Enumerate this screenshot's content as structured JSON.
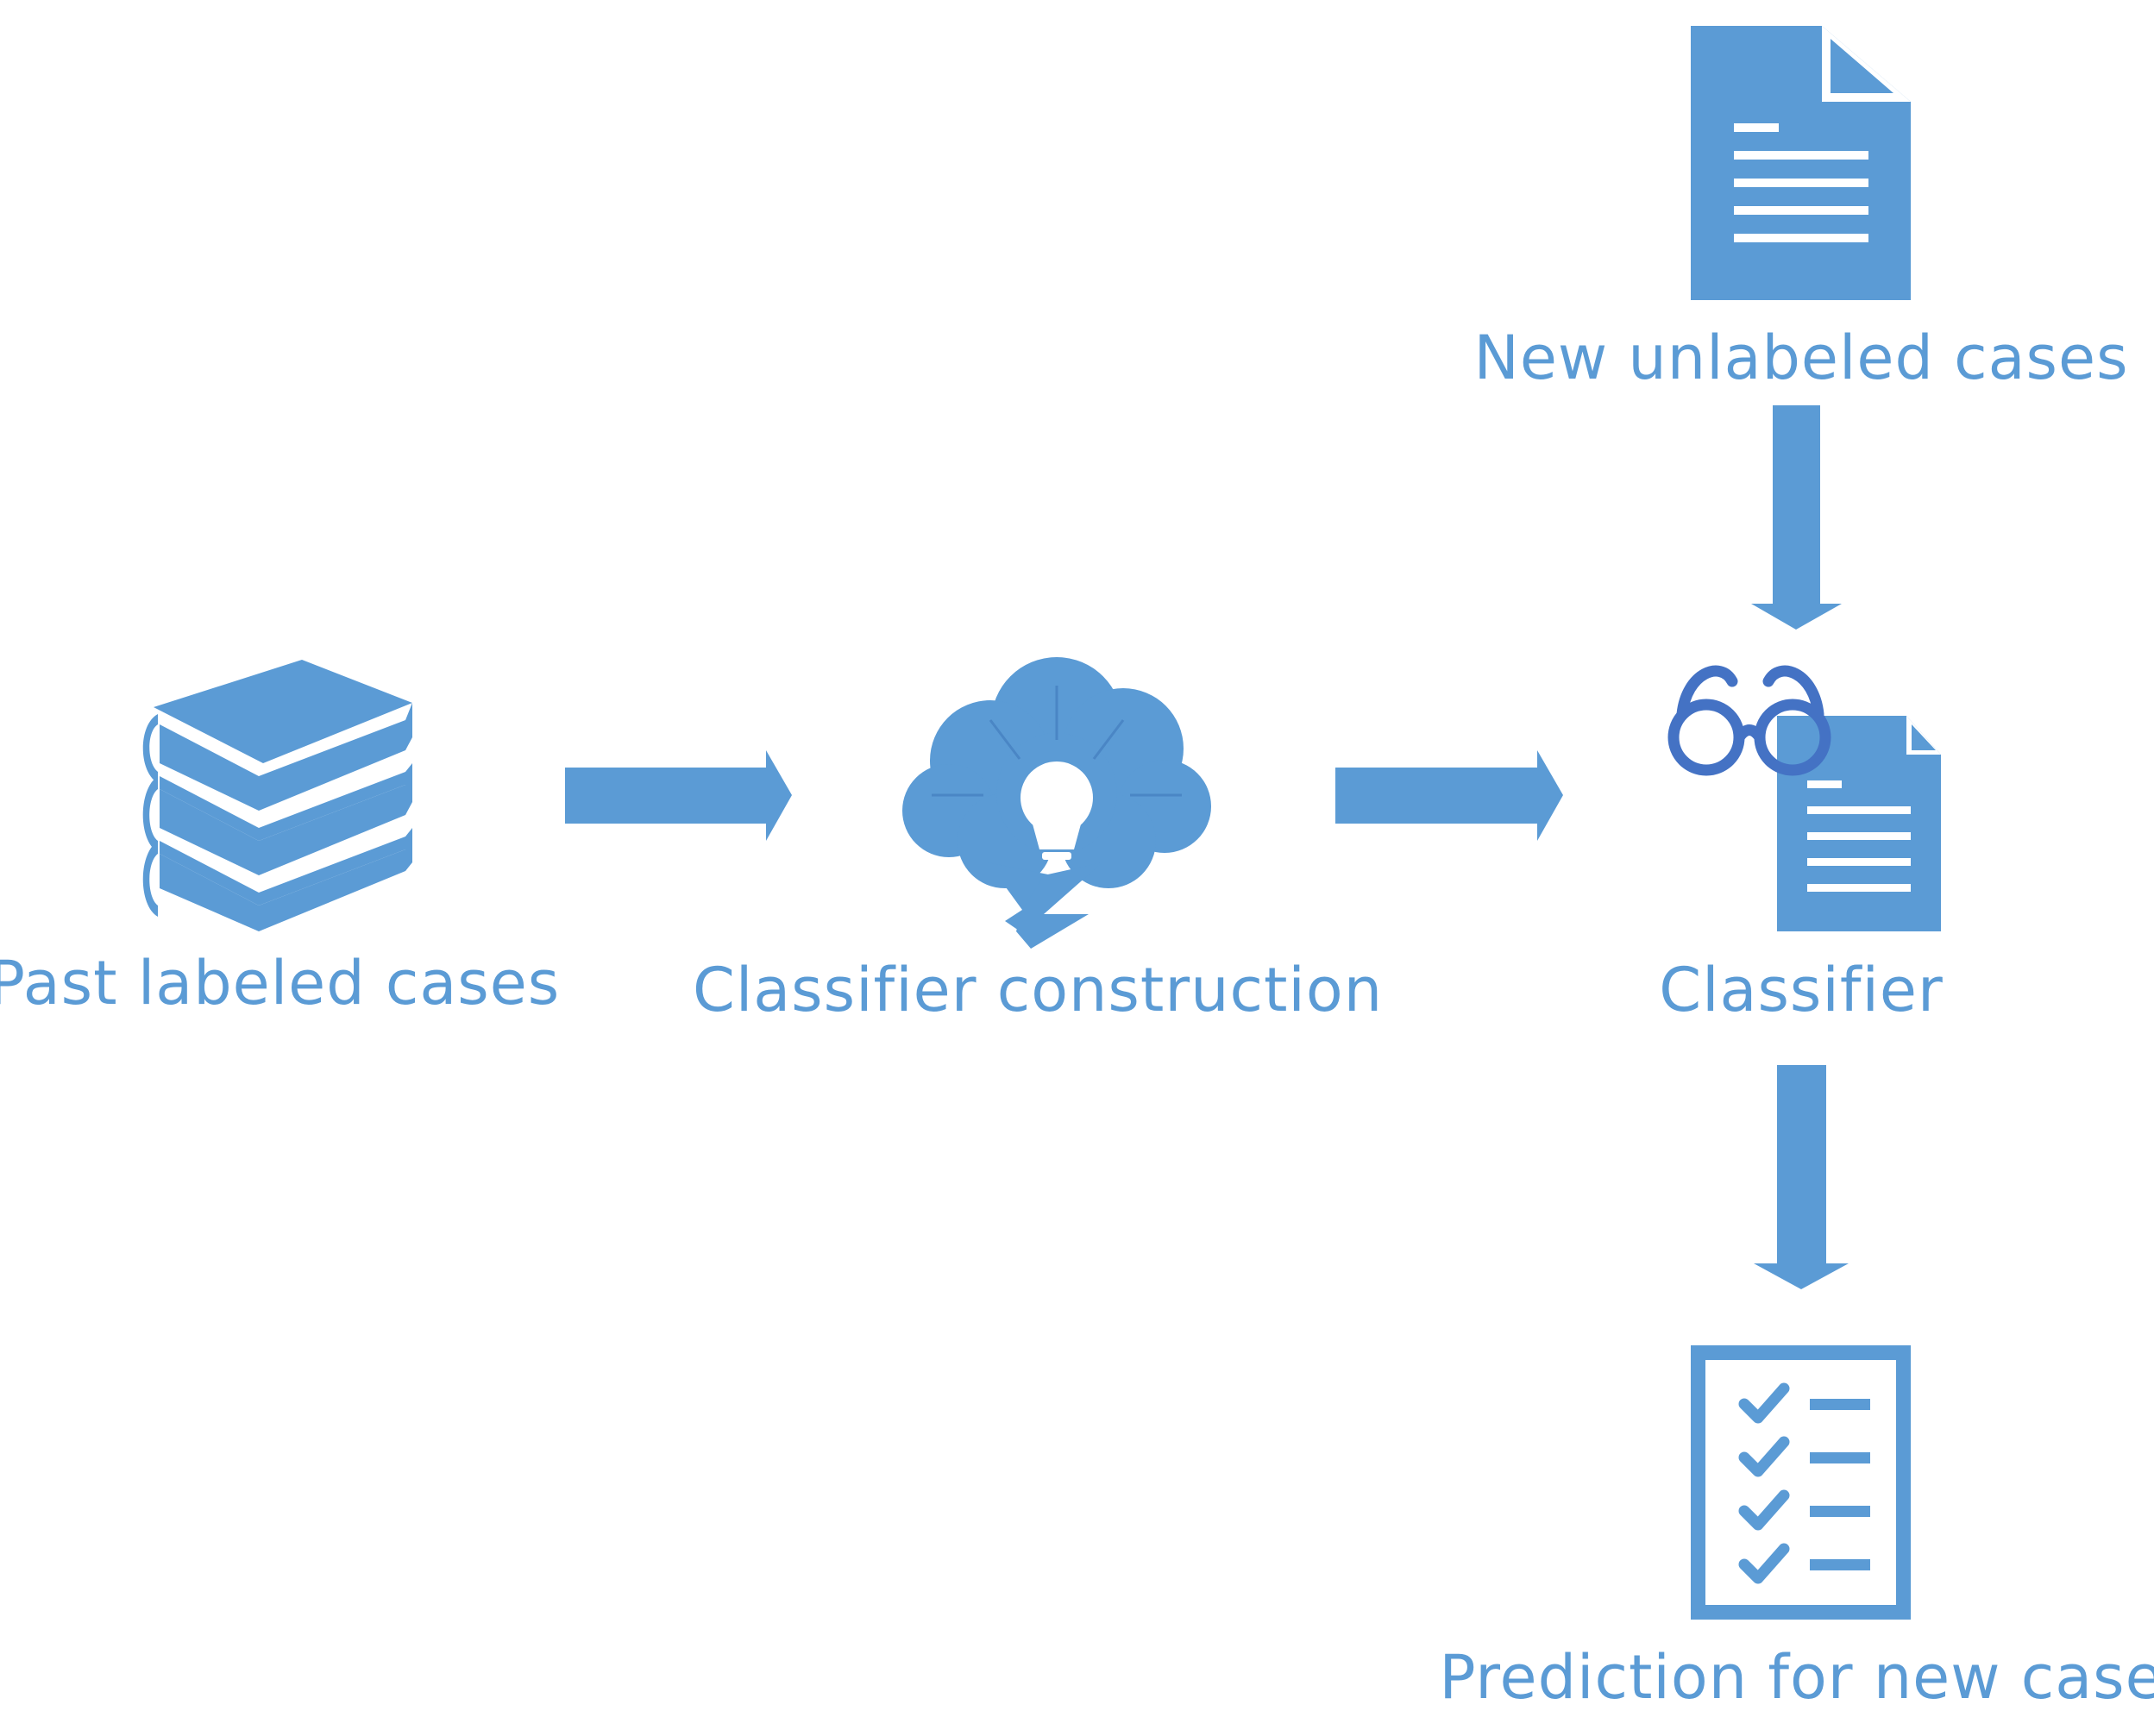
{
  "colors": {
    "primary": "#5B9BD5",
    "glasses": "#4472C4",
    "background": "#FFFFFF"
  },
  "nodes": {
    "past_labeled": {
      "label": "Past labeled cases",
      "icon": "books-icon"
    },
    "construction": {
      "label": "Classifier construction",
      "icon": "brain-lightbulb-icon"
    },
    "new_unlabeled": {
      "label": "New unlabeled cases",
      "icon": "document-icon"
    },
    "classifier": {
      "label": "Classifier",
      "icon": "glasses-document-icon"
    },
    "prediction": {
      "label": "Prediction for new case",
      "icon": "checklist-icon"
    }
  }
}
